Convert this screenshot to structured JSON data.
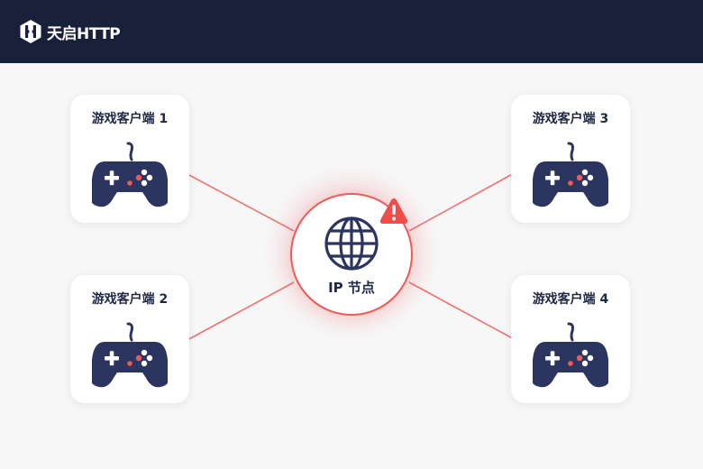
{
  "header": {
    "brand": "天启HTTP",
    "logo_icon": "hexagon-h-logo-icon",
    "background_color": "#18203a"
  },
  "diagram": {
    "hub": {
      "label": "IP 节点",
      "icon": "globe-icon",
      "alert_icon": "warning-triangle-icon",
      "accent_color": "#ef5a57"
    },
    "clients": [
      {
        "label": "游戏客户端 1",
        "icon": "gamepad-icon"
      },
      {
        "label": "游戏客户端 2",
        "icon": "gamepad-icon"
      },
      {
        "label": "游戏客户端 3",
        "icon": "gamepad-icon"
      },
      {
        "label": "游戏客户端 4",
        "icon": "gamepad-icon"
      }
    ],
    "link_color": "#ef5a57",
    "controller_color": "#2b3560"
  }
}
